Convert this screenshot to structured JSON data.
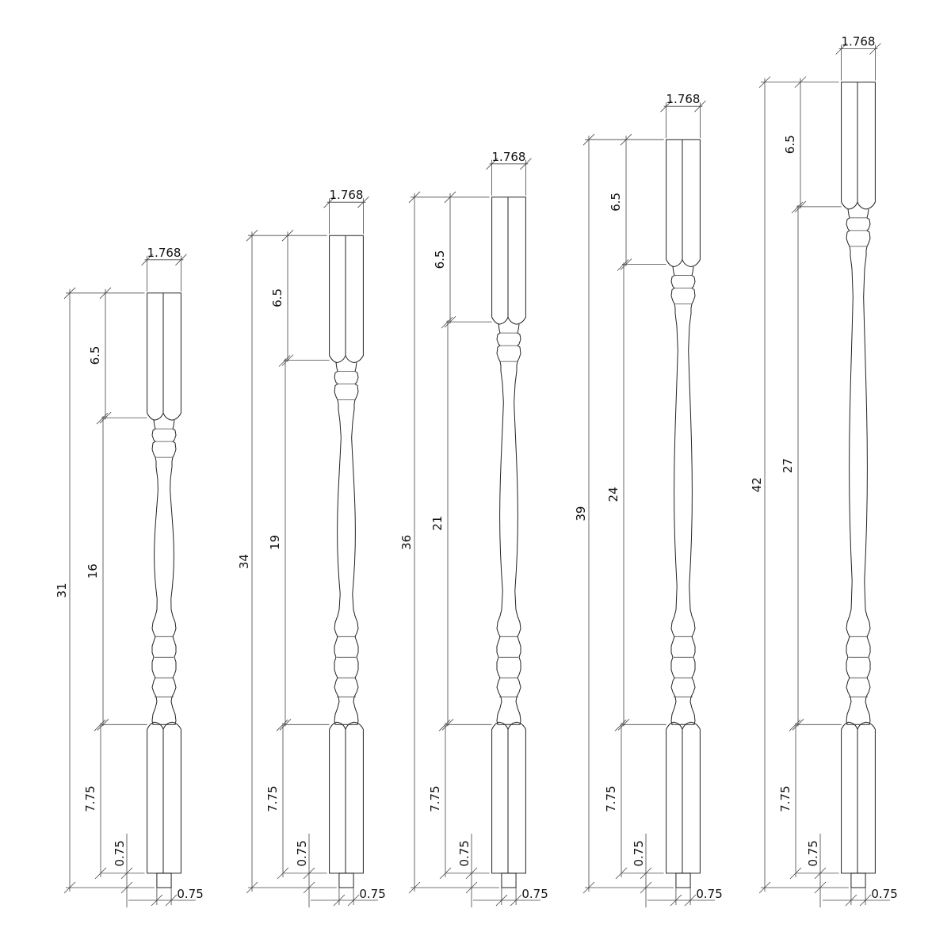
{
  "drawing": {
    "line_color": "#222222",
    "balusters": [
      {
        "total": "31",
        "top_block": "6.5",
        "middle": "16",
        "bottom_block": "7.75",
        "pin_length": "0.75",
        "pin_width": "0.75",
        "width": "1.768"
      },
      {
        "total": "34",
        "top_block": "6.5",
        "middle": "19",
        "bottom_block": "7.75",
        "pin_length": "0.75",
        "pin_width": "0.75",
        "width": "1.768"
      },
      {
        "total": "36",
        "top_block": "6.5",
        "middle": "21",
        "bottom_block": "7.75",
        "pin_length": "0.75",
        "pin_width": "0.75",
        "width": "1.768"
      },
      {
        "total": "39",
        "top_block": "6.5",
        "middle": "24",
        "bottom_block": "7.75",
        "pin_length": "0.75",
        "pin_width": "0.75",
        "width": "1.768"
      },
      {
        "total": "42",
        "top_block": "6.5",
        "middle": "27",
        "bottom_block": "7.75",
        "pin_length": "0.75",
        "pin_width": "0.75",
        "width": "1.768"
      }
    ]
  }
}
